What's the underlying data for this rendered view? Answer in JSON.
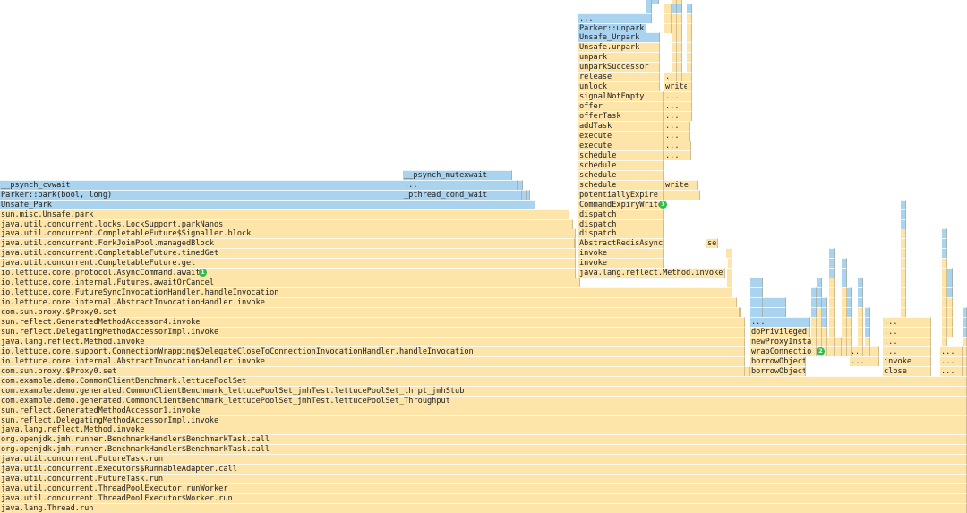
{
  "chart_data": {
    "type": "flamegraph",
    "colors": {
      "java": "#fde4a8",
      "native": "#a9d3ef"
    },
    "stack_base": [
      "java.lang.Thread.run",
      "java.util.concurrent.ThreadPoolExecutor$Worker.run",
      "java.util.concurrent.ThreadPoolExecutor.runWorker",
      "java.util.concurrent.FutureTask.run",
      "java.util.concurrent.Executors$RunnableAdapter.call",
      "java.util.concurrent.FutureTask.run",
      "org.openjdk.jmh.runner.BenchmarkHandler$BenchmarkTask.call",
      "org.openjdk.jmh.runner.BenchmarkHandler$BenchmarkTask.call",
      "java.lang.reflect.Method.invoke",
      "sun.reflect.DelegatingMethodAccessorImpl.invoke",
      "sun.reflect.GeneratedMethodAccessor1.invoke",
      "com.example.demo.generated.CommonClientBenchmark_lettucePoolSet_jmhTest.lettucePoolSet_Throughput",
      "com.example.demo.generated.CommonClientBenchmark_lettucePoolSet_jmhTest.lettucePoolSet_thrpt_jmhStub",
      "com.example.demo.CommonClientBenchmark.lettucePoolSet"
    ],
    "stack_left": [
      "com.sun.proxy.$Proxy0.set",
      "io.lettuce.core.internal.AbstractInvocationHandler.invoke",
      "io.lettuce.core.support.ConnectionWrapping$DelegateCloseToConnectionInvocationHandler.handleInvocation",
      "java.lang.reflect.Method.invoke",
      "sun.reflect.DelegatingMethodAccessorImpl.invoke",
      "sun.reflect.GeneratedMethodAccessor4.invoke",
      "com.sun.proxy.$Proxy0.set",
      "io.lettuce.core.internal.AbstractInvocationHandler.invoke",
      "io.lettuce.core.FutureSyncInvocationHandler.handleInvocation",
      "io.lettuce.core.internal.Futures.awaitOrCancel",
      "io.lettuce.core.protocol.AsyncCommand.await",
      "java.util.concurrent.CompletableFuture.get",
      "java.util.concurrent.CompletableFuture.timedGet",
      "java.util.concurrent.ForkJoinPool.managedBlock",
      "java.util.concurrent.CompletableFuture$Signaller.block",
      "java.util.concurrent.locks.LockSupport.parkNanos",
      "sun.misc.Unsafe.park",
      "Unsafe_Park",
      "Parker::park(bool, long)",
      "__psynch_cvwait"
    ],
    "mutex_branch": [
      "_pthread_cond_wait",
      "...",
      "__psynch_mutexwait"
    ],
    "stack_middle": [
      "java.lang.reflect.Method.invoke",
      "invoke",
      "invoke",
      "AbstractRedisAsyncCommands.set",
      "dispatch",
      "dispatch",
      "dispatch",
      "CommandExpiryWriter.write",
      "potentiallyExpire",
      "schedule",
      "schedule",
      "schedule",
      "schedule",
      "execute",
      "execute",
      "addTask",
      "offerTask",
      "offer",
      "signalNotEmpty",
      "unlock",
      "release",
      "unparkSuccessor",
      "unpark",
      "Unsafe.unpark",
      "Unsafe_Unpark",
      "Parker::unpark",
      "..."
    ],
    "middle_side": {
      "set": "set",
      "write": "write",
      "write_overlap": "write",
      "ellipses": [
        "...",
        "...",
        "...",
        "...",
        "...",
        "...",
        "...",
        "..."
      ]
    },
    "stack_right": [
      "borrowObject",
      "borrowObject",
      "wrapConnection",
      "newProxyInstance",
      "doPrivileged",
      "..."
    ],
    "right_tail": {
      "col1": [
        "close",
        "invoke",
        "...",
        "...",
        "...",
        "..."
      ],
      "col2": [
        "...",
        "..."
      ],
      "col3": [
        "...",
        "...",
        "..."
      ]
    },
    "markers": [
      "1",
      "2",
      "3"
    ]
  }
}
